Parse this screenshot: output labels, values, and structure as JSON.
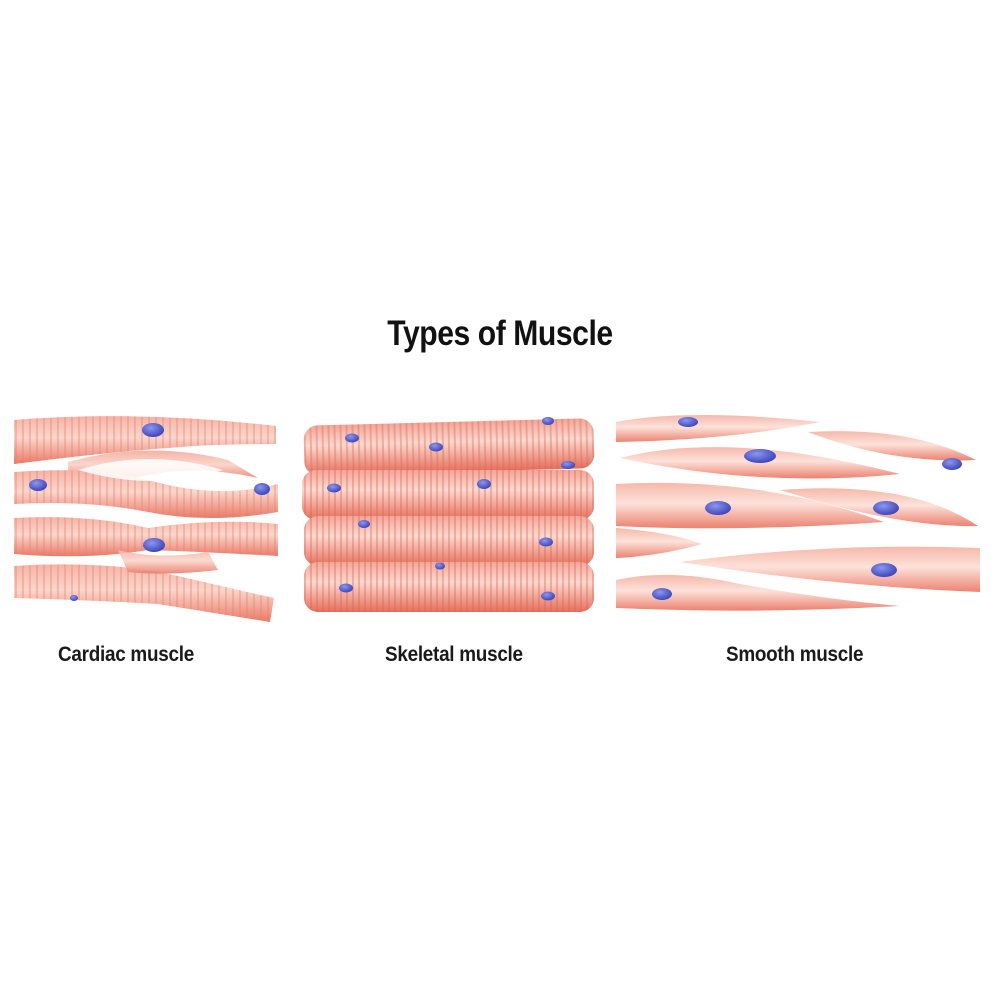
{
  "title": "Types of Muscle",
  "panels": [
    {
      "key": "cardiac",
      "caption": "Cardiac muscle"
    },
    {
      "key": "skeletal",
      "caption": "Skeletal muscle"
    },
    {
      "key": "smooth",
      "caption": "Smooth muscle"
    }
  ],
  "colors": {
    "fiber_light": "#fbd3c9",
    "fiber_mid": "#f4a293",
    "fiber_dark": "#e6705e",
    "nucleus": "#3d49c2",
    "nucleus_highlight": "#7f8bea"
  }
}
